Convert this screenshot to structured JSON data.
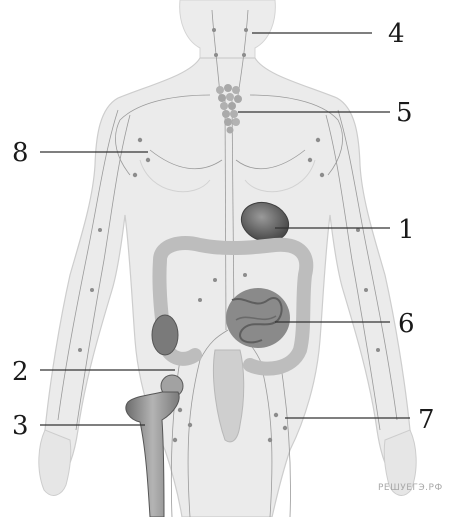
{
  "labels": [
    {
      "id": "1",
      "text": "1"
    },
    {
      "id": "2",
      "text": "2"
    },
    {
      "id": "3",
      "text": "3"
    },
    {
      "id": "4",
      "text": "4"
    },
    {
      "id": "5",
      "text": "5"
    },
    {
      "id": "6",
      "text": "6"
    },
    {
      "id": "7",
      "text": "7"
    },
    {
      "id": "8",
      "text": "8"
    }
  ],
  "watermark": "РЕШУЕГЭ.РФ",
  "colors": {
    "body_fill": "#e9e9e9",
    "body_outline": "#cfcfcf",
    "vessel": "#9a9a9a",
    "spleen": "#6e6e6e",
    "intestine": "#bdbdbd",
    "bone": "#8f8f8f"
  }
}
